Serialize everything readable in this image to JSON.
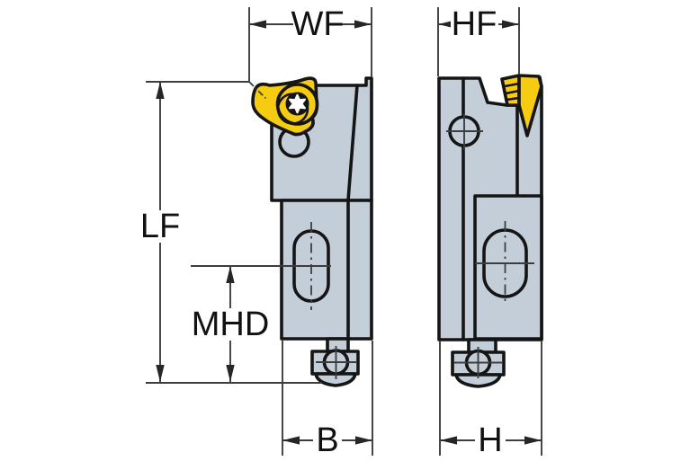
{
  "diagram": {
    "type": "engineering-drawing",
    "views": {
      "front_view": "tool-cartridge-front-view",
      "side_view": "tool-cartridge-side-view"
    },
    "labels": {
      "wf": "WF",
      "hf": "HF",
      "lf": "LF",
      "mhd": "MHD",
      "b": "B",
      "h": "H"
    },
    "colors": {
      "background": "#ffffff",
      "body": "#c3ced8",
      "insert": "#f6cc12",
      "outline": "#151515",
      "dimension": "#3d3d3d",
      "torx_star": "#ffffff"
    },
    "icons": {
      "torx_star": "6-lobe-star",
      "crosshair": "plus-crosshair"
    }
  }
}
